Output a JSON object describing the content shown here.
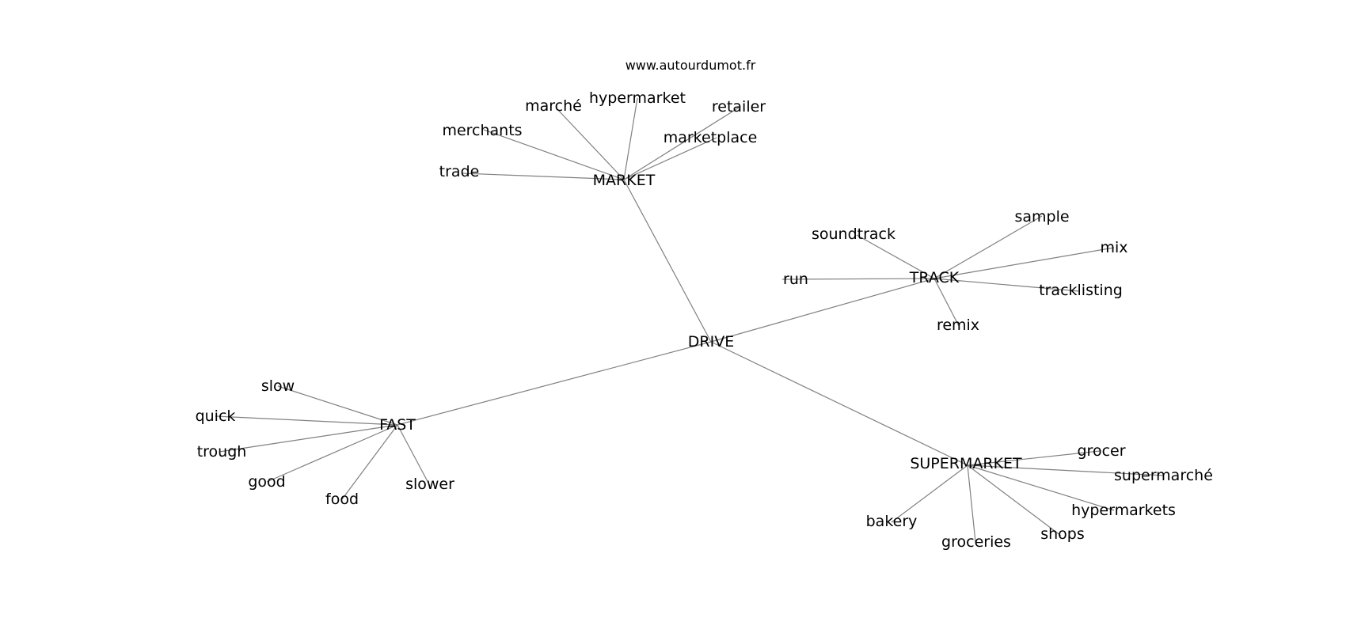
{
  "header": {
    "site": "www.autourdumot.fr"
  },
  "graph": {
    "root": "DRIVE",
    "nodes": {
      "drive": "DRIVE",
      "market": "MARKET",
      "track": "TRACK",
      "fast": "FAST",
      "supermarket": "SUPERMARKET",
      "marche": "marché",
      "hypermarket": "hypermarket",
      "retailer": "retailer",
      "merchants": "merchants",
      "marketplace": "marketplace",
      "trade": "trade",
      "soundtrack": "soundtrack",
      "sample": "sample",
      "mix": "mix",
      "run": "run",
      "tracklisting": "tracklisting",
      "remix": "remix",
      "slow": "slow",
      "quick": "quick",
      "trough": "trough",
      "good": "good",
      "food": "food",
      "slower": "slower",
      "grocer": "grocer",
      "supermarche": "supermarché",
      "hypermarkets": "hypermarkets",
      "bakery": "bakery",
      "groceries": "groceries",
      "shops": "shops"
    },
    "edges": [
      [
        "drive",
        "market"
      ],
      [
        "drive",
        "track"
      ],
      [
        "drive",
        "fast"
      ],
      [
        "drive",
        "supermarket"
      ],
      [
        "market",
        "marche"
      ],
      [
        "market",
        "hypermarket"
      ],
      [
        "market",
        "retailer"
      ],
      [
        "market",
        "merchants"
      ],
      [
        "market",
        "marketplace"
      ],
      [
        "market",
        "trade"
      ],
      [
        "track",
        "soundtrack"
      ],
      [
        "track",
        "sample"
      ],
      [
        "track",
        "mix"
      ],
      [
        "track",
        "run"
      ],
      [
        "track",
        "tracklisting"
      ],
      [
        "track",
        "remix"
      ],
      [
        "fast",
        "slow"
      ],
      [
        "fast",
        "quick"
      ],
      [
        "fast",
        "trough"
      ],
      [
        "fast",
        "good"
      ],
      [
        "fast",
        "food"
      ],
      [
        "fast",
        "slower"
      ],
      [
        "supermarket",
        "grocer"
      ],
      [
        "supermarket",
        "supermarche"
      ],
      [
        "supermarket",
        "hypermarkets"
      ],
      [
        "supermarket",
        "bakery"
      ],
      [
        "supermarket",
        "groceries"
      ],
      [
        "supermarket",
        "shops"
      ]
    ]
  }
}
